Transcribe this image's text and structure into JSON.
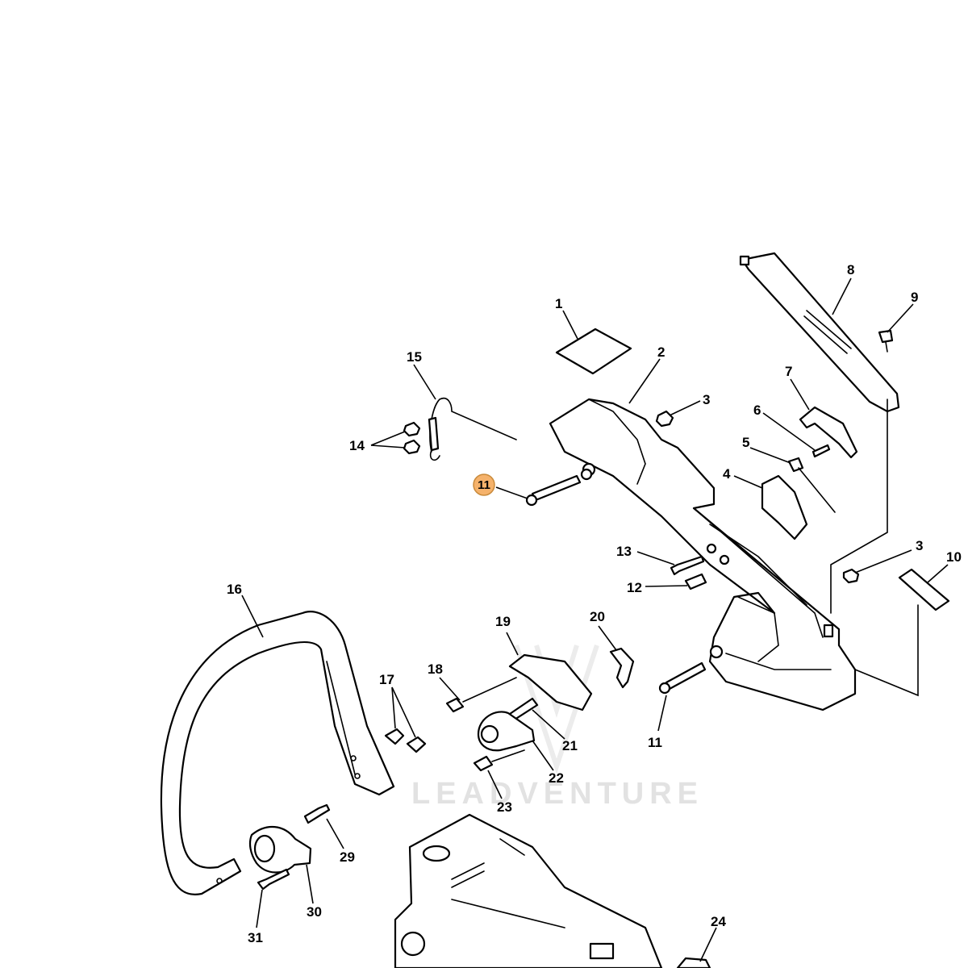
{
  "diagram": {
    "highlight_color": "#f5b26b",
    "watermark": "LEADVENTURE",
    "callouts": [
      {
        "id": "1",
        "label": "1"
      },
      {
        "id": "2",
        "label": "2"
      },
      {
        "id": "3a",
        "label": "3"
      },
      {
        "id": "3b",
        "label": "3"
      },
      {
        "id": "4",
        "label": "4"
      },
      {
        "id": "5",
        "label": "5"
      },
      {
        "id": "6",
        "label": "6"
      },
      {
        "id": "7",
        "label": "7"
      },
      {
        "id": "8",
        "label": "8"
      },
      {
        "id": "9",
        "label": "9"
      },
      {
        "id": "10",
        "label": "10"
      },
      {
        "id": "11a",
        "label": "11",
        "highlighted": true
      },
      {
        "id": "11b",
        "label": "11"
      },
      {
        "id": "12",
        "label": "12"
      },
      {
        "id": "13",
        "label": "13"
      },
      {
        "id": "14",
        "label": "14"
      },
      {
        "id": "15",
        "label": "15"
      },
      {
        "id": "16",
        "label": "16"
      },
      {
        "id": "17",
        "label": "17"
      },
      {
        "id": "18",
        "label": "18"
      },
      {
        "id": "19",
        "label": "19"
      },
      {
        "id": "20",
        "label": "20"
      },
      {
        "id": "21",
        "label": "21"
      },
      {
        "id": "22",
        "label": "22"
      },
      {
        "id": "23",
        "label": "23"
      },
      {
        "id": "24",
        "label": "24"
      },
      {
        "id": "29",
        "label": "29"
      },
      {
        "id": "30",
        "label": "30"
      },
      {
        "id": "31",
        "label": "31"
      }
    ]
  }
}
